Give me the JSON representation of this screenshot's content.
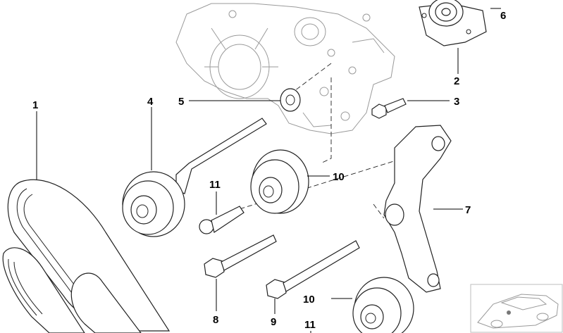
{
  "callouts": {
    "c1": "1",
    "c2": "2",
    "c3": "3",
    "c4": "4",
    "c5": "5",
    "c6": "6",
    "c7": "7",
    "c8": "8",
    "c9": "9",
    "c10a": "10",
    "c10b": "10",
    "c11a": "11",
    "c11b": "11"
  },
  "colors": {
    "line": "#222222",
    "engine": "#9a9a9a",
    "background": "#ffffff"
  },
  "icons": {
    "thumbnail": "car-icon"
  }
}
